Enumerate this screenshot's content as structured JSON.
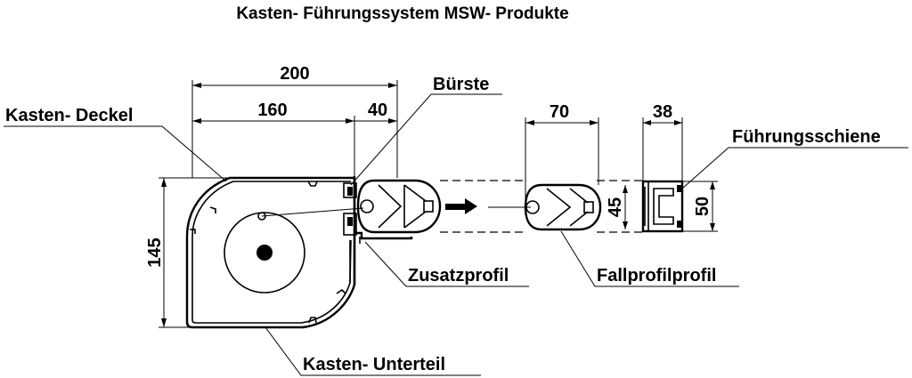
{
  "diagram": {
    "title": "Kasten- Führungssystem MSW- Produkte",
    "labels": {
      "kasten_deckel": "Kasten- Deckel",
      "buerste": "Bürste",
      "zusatzprofil": "Zusatzprofil",
      "fallprofil": "Fallprofilprofil",
      "fuehrungsschiene": "Führungsschiene",
      "kasten_unterteil": "Kasten- Unterteil"
    },
    "dimensions": {
      "box_width": "200",
      "box_inner": "160",
      "box_brush": "40",
      "box_height": "145",
      "fall_width": "70",
      "fall_height": "45",
      "rail_width": "38",
      "rail_height": "50"
    }
  }
}
